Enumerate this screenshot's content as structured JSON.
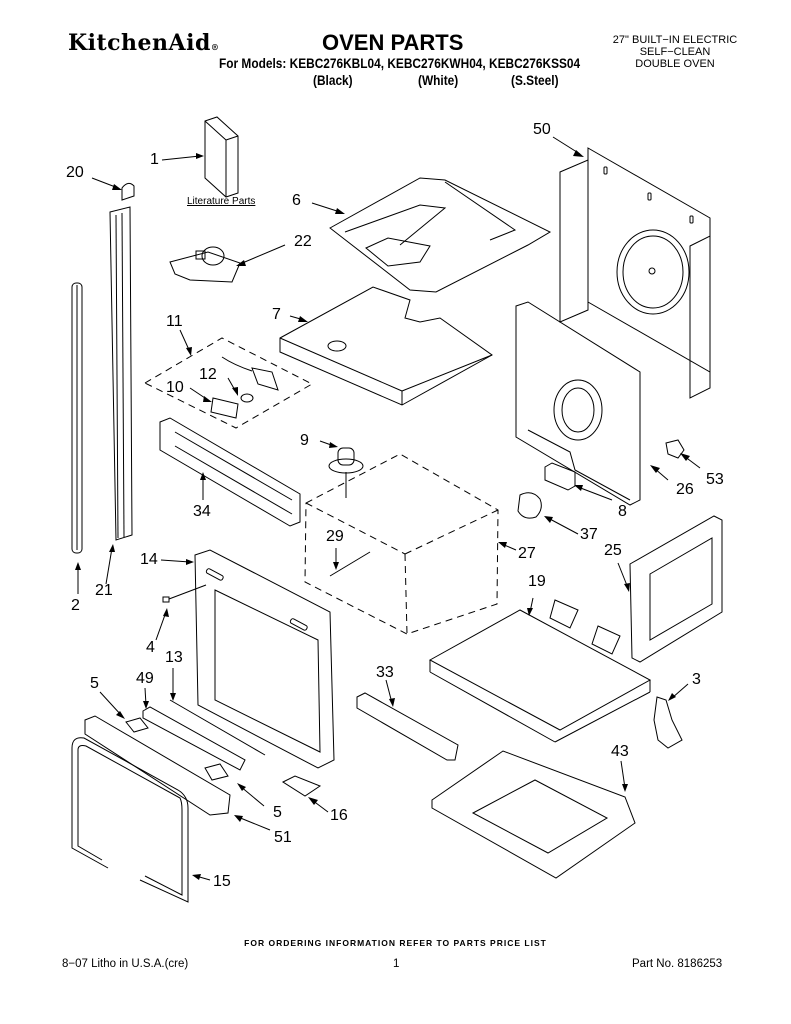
{
  "header": {
    "brand": "KitchenAid",
    "brand_mark": "®",
    "title": "OVEN PARTS",
    "models_line": "For Models: KEBC276KBL04, KEBC276KWH04, KEBC276KSS04",
    "model_colors": [
      "(Black)",
      "(White)",
      "(S.Steel)"
    ],
    "spec_lines": [
      "27\" BUILT−IN ELECTRIC",
      "SELF−CLEAN",
      "DOUBLE OVEN"
    ]
  },
  "diagram": {
    "literature_label": "Literature Parts",
    "callouts": [
      "1",
      "20",
      "6",
      "22",
      "50",
      "7",
      "11",
      "12",
      "10",
      "9",
      "34",
      "53",
      "26",
      "8",
      "37",
      "29",
      "27",
      "25",
      "14",
      "19",
      "2",
      "21",
      "4",
      "13",
      "33",
      "5",
      "49",
      "3",
      "43",
      "5",
      "16",
      "51",
      "15"
    ]
  },
  "footer": {
    "ordering_note": "FOR ORDERING INFORMATION REFER TO PARTS PRICE LIST",
    "print_info": "8−07 Litho in U.S.A.(cre)",
    "page_number": "1",
    "part_number": "Part No. 8186253"
  }
}
